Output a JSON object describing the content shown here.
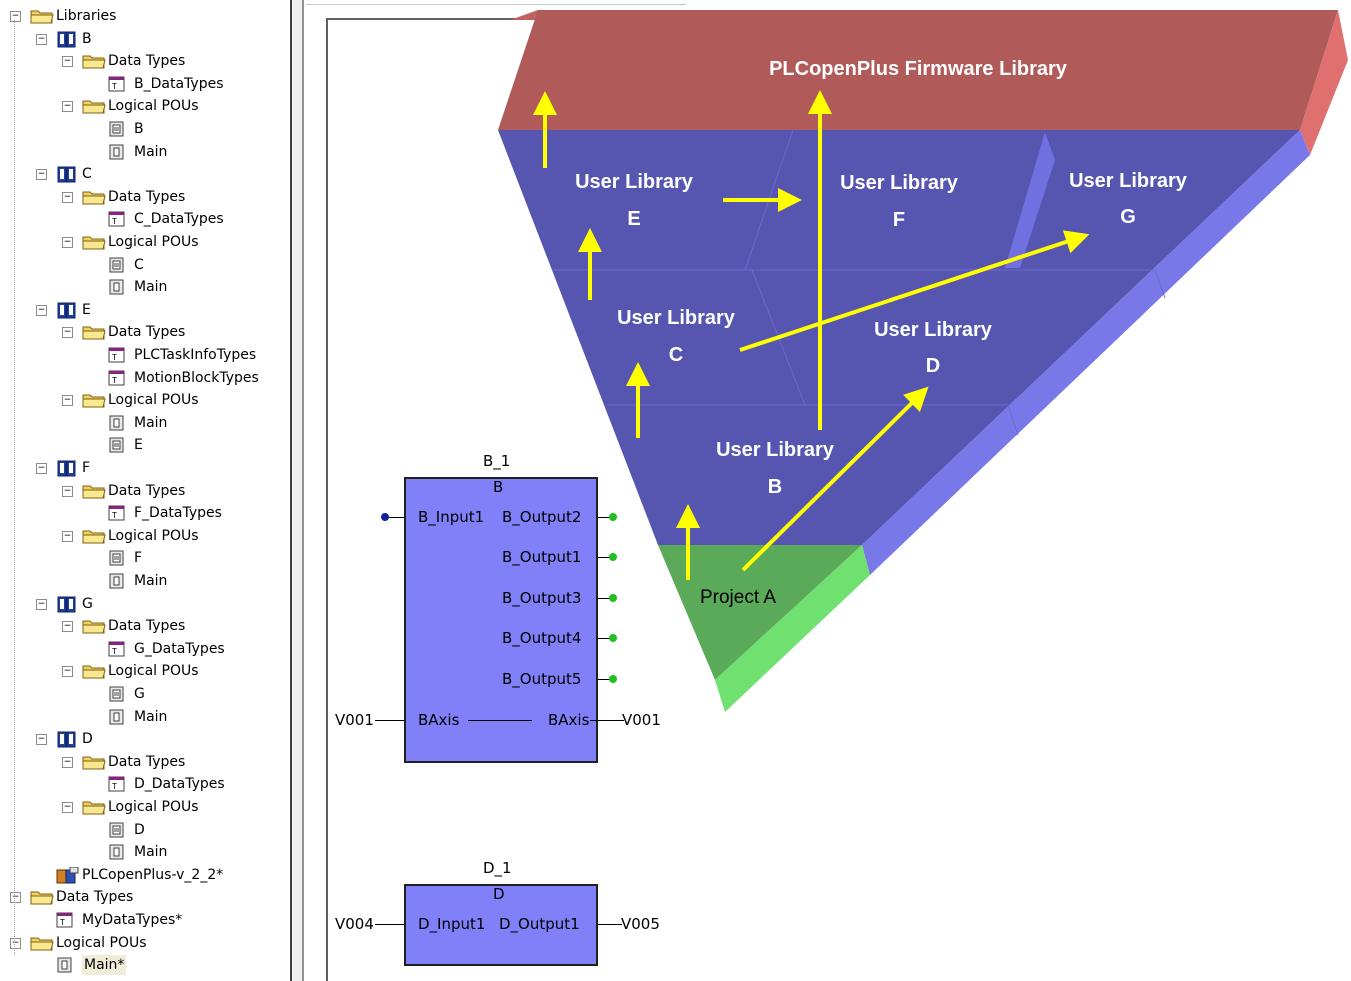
{
  "tree": [
    {
      "label": "Libraries",
      "level": 0,
      "icon": "folder-icon",
      "expander": "minus"
    },
    {
      "label": "B",
      "level": 1,
      "icon": "library-book-icon",
      "expander": "minus"
    },
    {
      "label": "Data Types",
      "level": 2,
      "icon": "folder-icon",
      "expander": "minus"
    },
    {
      "label": "B_DataTypes",
      "level": 3,
      "icon": "datatype-icon",
      "expander": ""
    },
    {
      "label": "Logical POUs",
      "level": 2,
      "icon": "folder-icon",
      "expander": "minus"
    },
    {
      "label": "B",
      "level": 3,
      "icon": "pou-fb-icon",
      "expander": ""
    },
    {
      "label": "Main",
      "level": 3,
      "icon": "pou-program-icon",
      "expander": ""
    },
    {
      "label": "C",
      "level": 1,
      "icon": "library-book-icon",
      "expander": "minus"
    },
    {
      "label": "Data Types",
      "level": 2,
      "icon": "folder-icon",
      "expander": "minus"
    },
    {
      "label": "C_DataTypes",
      "level": 3,
      "icon": "datatype-icon",
      "expander": ""
    },
    {
      "label": "Logical POUs",
      "level": 2,
      "icon": "folder-icon",
      "expander": "minus"
    },
    {
      "label": "C",
      "level": 3,
      "icon": "pou-fb-icon",
      "expander": ""
    },
    {
      "label": "Main",
      "level": 3,
      "icon": "pou-program-icon",
      "expander": ""
    },
    {
      "label": "E",
      "level": 1,
      "icon": "library-book-icon",
      "expander": "minus"
    },
    {
      "label": "Data Types",
      "level": 2,
      "icon": "folder-icon",
      "expander": "minus"
    },
    {
      "label": "PLCTaskInfoTypes",
      "level": 3,
      "icon": "datatype-icon",
      "expander": ""
    },
    {
      "label": "MotionBlockTypes",
      "level": 3,
      "icon": "datatype-icon",
      "expander": ""
    },
    {
      "label": "Logical POUs",
      "level": 2,
      "icon": "folder-icon",
      "expander": "minus"
    },
    {
      "label": "Main",
      "level": 3,
      "icon": "pou-program-icon",
      "expander": ""
    },
    {
      "label": "E",
      "level": 3,
      "icon": "pou-fb-icon",
      "expander": ""
    },
    {
      "label": "F",
      "level": 1,
      "icon": "library-book-icon",
      "expander": "minus"
    },
    {
      "label": "Data Types",
      "level": 2,
      "icon": "folder-icon",
      "expander": "minus"
    },
    {
      "label": "F_DataTypes",
      "level": 3,
      "icon": "datatype-icon",
      "expander": ""
    },
    {
      "label": "Logical POUs",
      "level": 2,
      "icon": "folder-icon",
      "expander": "minus"
    },
    {
      "label": "F",
      "level": 3,
      "icon": "pou-fb-icon",
      "expander": ""
    },
    {
      "label": "Main",
      "level": 3,
      "icon": "pou-program-icon",
      "expander": ""
    },
    {
      "label": "G",
      "level": 1,
      "icon": "library-book-icon",
      "expander": "minus"
    },
    {
      "label": "Data Types",
      "level": 2,
      "icon": "folder-icon",
      "expander": "minus"
    },
    {
      "label": "G_DataTypes",
      "level": 3,
      "icon": "datatype-icon",
      "expander": ""
    },
    {
      "label": "Logical POUs",
      "level": 2,
      "icon": "folder-icon",
      "expander": "minus"
    },
    {
      "label": "G",
      "level": 3,
      "icon": "pou-fb-icon",
      "expander": ""
    },
    {
      "label": "Main",
      "level": 3,
      "icon": "pou-program-icon",
      "expander": ""
    },
    {
      "label": "D",
      "level": 1,
      "icon": "library-book-icon",
      "expander": "minus"
    },
    {
      "label": "Data Types",
      "level": 2,
      "icon": "folder-icon",
      "expander": "minus"
    },
    {
      "label": "D_DataTypes",
      "level": 3,
      "icon": "datatype-icon",
      "expander": ""
    },
    {
      "label": "Logical POUs",
      "level": 2,
      "icon": "folder-icon",
      "expander": "minus"
    },
    {
      "label": "D",
      "level": 3,
      "icon": "pou-fb-icon",
      "expander": ""
    },
    {
      "label": "Main",
      "level": 3,
      "icon": "pou-program-icon",
      "expander": ""
    },
    {
      "label": "PLCopenPlus-v_2_2*",
      "level": 1,
      "icon": "library-firmware-icon",
      "expander": ""
    },
    {
      "label": "Data Types",
      "level": 0,
      "icon": "folder-icon",
      "expander": "minus"
    },
    {
      "label": "MyDataTypes*",
      "level": 1,
      "icon": "datatype-icon",
      "expander": ""
    },
    {
      "label": "Logical POUs",
      "level": 0,
      "icon": "folder-icon",
      "expander": "minus"
    },
    {
      "label": "Main*",
      "level": 1,
      "icon": "pou-program-icon",
      "expander": "",
      "selected": true
    }
  ],
  "fb_b": {
    "instance": "B_1",
    "type": "B",
    "input1": "B_Input1",
    "outputs": [
      "B_Output2",
      "B_Output1",
      "B_Output3",
      "B_Output4",
      "B_Output5"
    ],
    "inout_left": "BAxis",
    "inout_right": "BAxis",
    "var_left": "V001",
    "var_right": "V001"
  },
  "fb_d": {
    "instance": "D_1",
    "type": "D",
    "input1": "D_Input1",
    "output1": "D_Output1",
    "var_left": "V004",
    "var_right": "V005"
  },
  "diagram": {
    "firmware": "PLCopenPlus Firmware Library",
    "lib_title": "User Library",
    "libs": {
      "e": "E",
      "f": "F",
      "g": "G",
      "c": "C",
      "d": "D",
      "b": "B"
    },
    "project": "Project A"
  },
  "colors": {
    "red_face": "#b05a5a",
    "red_side": "#e07070",
    "blue_face": "#5656b0",
    "blue_side": "#7878e8",
    "green_face": "#5aaa5a",
    "green_side": "#70e070",
    "arrow": "#ffff00",
    "fb_fill": "#8080f8"
  }
}
